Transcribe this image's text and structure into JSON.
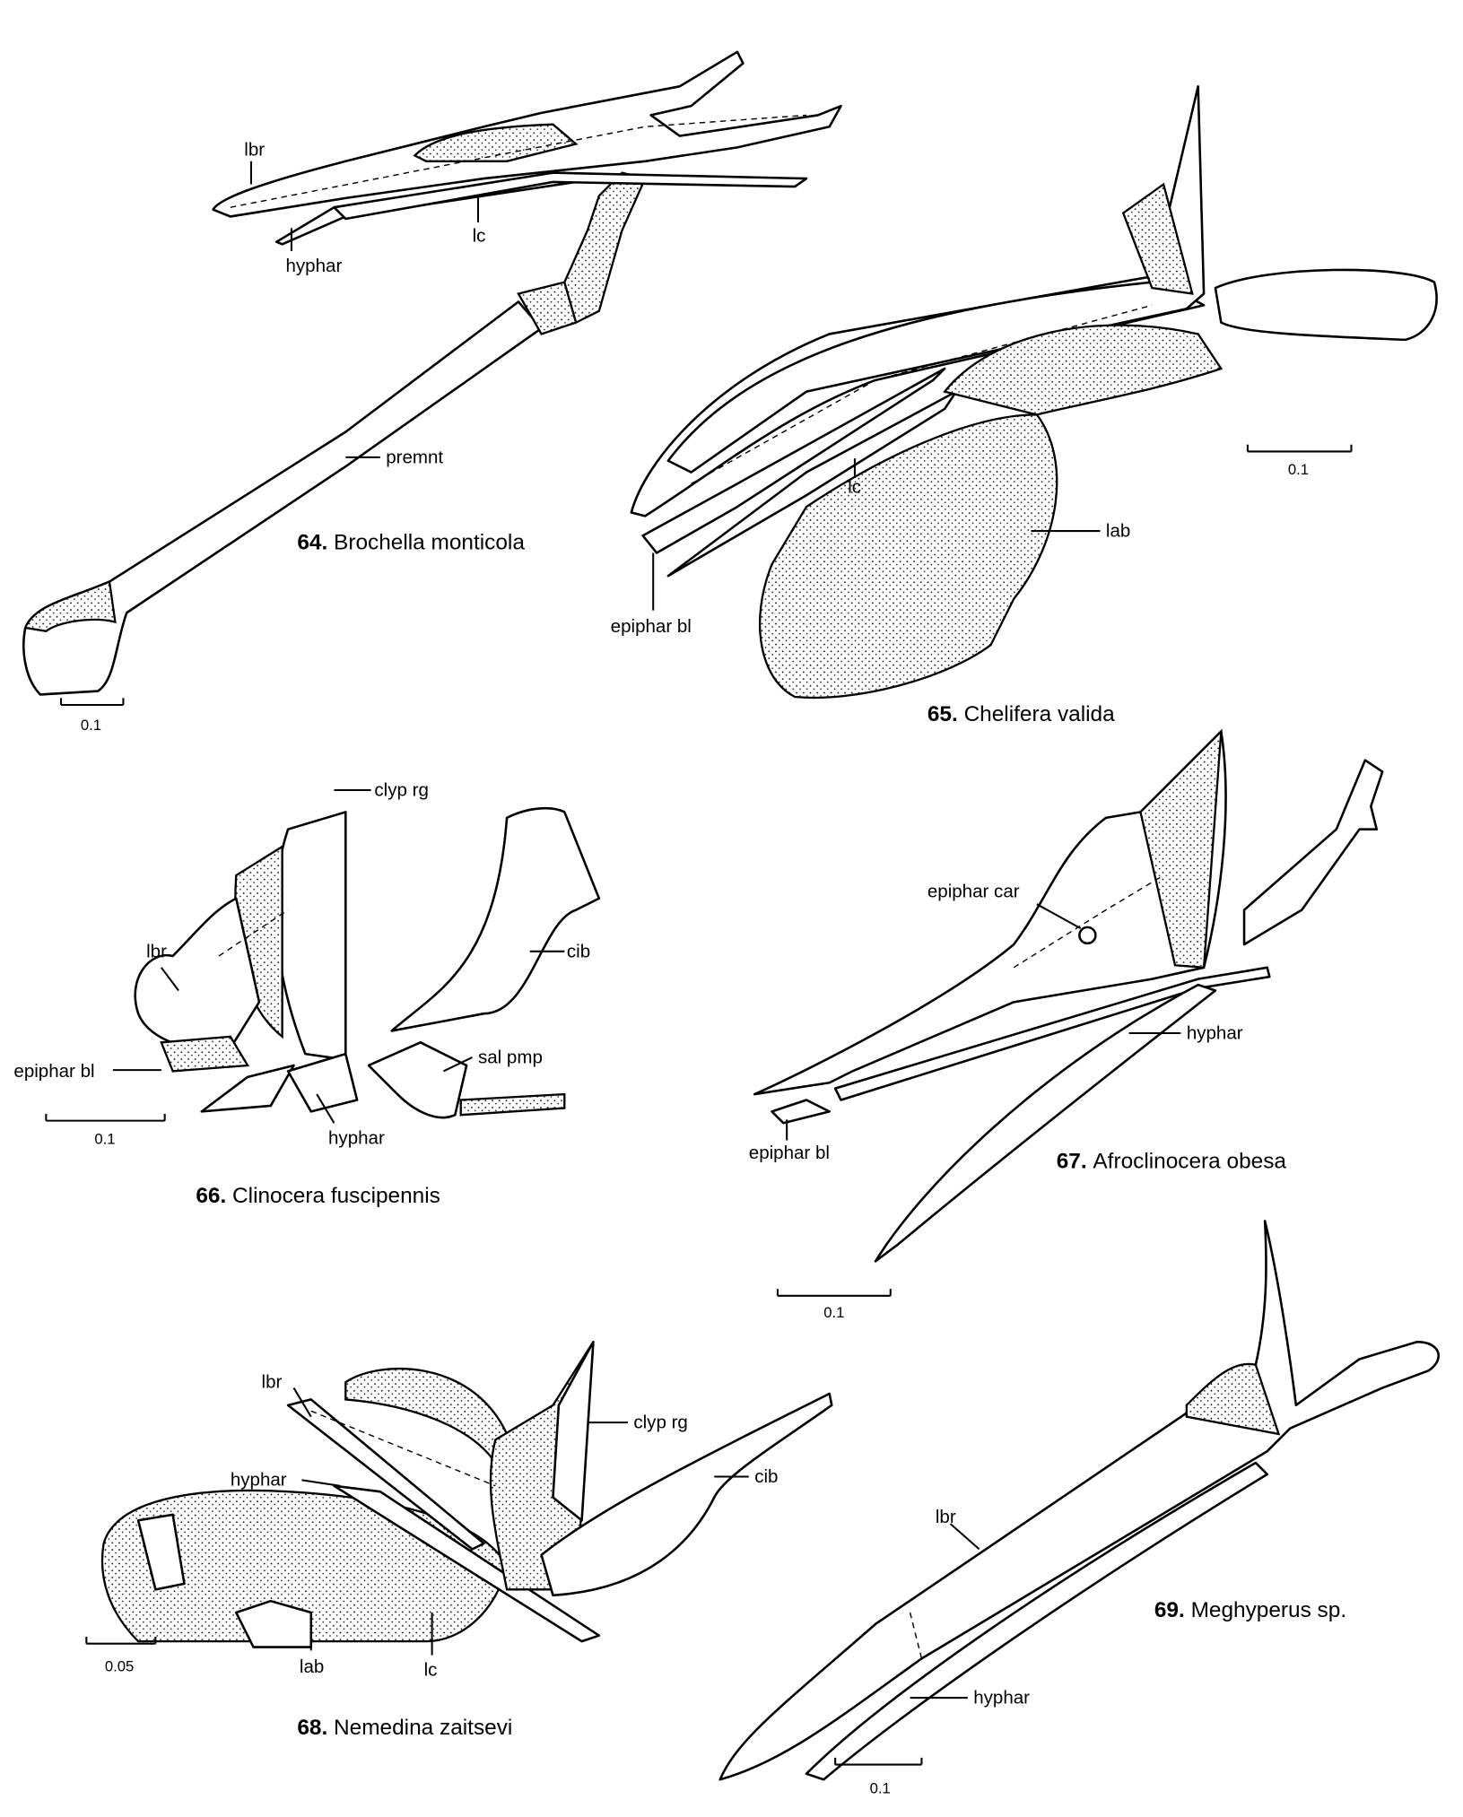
{
  "figures": [
    {
      "number": "64.",
      "species": "Brochella monticola",
      "labels": [
        "lbr",
        "lc",
        "hyphar",
        "premnt"
      ],
      "scale": "0.1"
    },
    {
      "number": "65.",
      "species": "Chelifera valida",
      "labels": [
        "lc",
        "lab",
        "epiphar bl"
      ],
      "scale": "0.1"
    },
    {
      "number": "66.",
      "species": "Clinocera fuscipennis",
      "labels": [
        "clyp rg",
        "cib",
        "lbr",
        "epiphar bl",
        "sal pmp",
        "hyphar"
      ],
      "scale": "0.1"
    },
    {
      "number": "67.",
      "species": "Afroclinocera obesa",
      "labels": [
        "epiphar car",
        "hyphar",
        "epiphar bl"
      ],
      "scale": "0.1"
    },
    {
      "number": "68.",
      "species": "Nemedina zaitsevi",
      "labels": [
        "lbr",
        "clyp rg",
        "cib",
        "hyphar",
        "lab",
        "lc"
      ],
      "scale": "0.05"
    },
    {
      "number": "69.",
      "species": "Meghyperus sp.",
      "labels": [
        "lbr",
        "hyphar"
      ],
      "scale": "0.1"
    }
  ]
}
